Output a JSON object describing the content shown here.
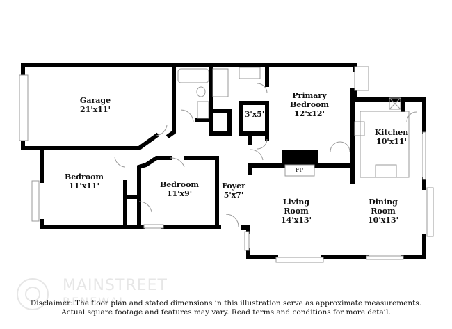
{
  "rooms": [
    {
      "name": "Garage",
      "dims": "21'x11'"
    },
    {
      "name": "Primary Bedroom",
      "dims": "12'x12'"
    },
    {
      "name": "",
      "dims": "3'x5'"
    },
    {
      "name": "Kitchen",
      "dims": "10'x11'"
    },
    {
      "name": "Bedroom",
      "dims": "11'x11'"
    },
    {
      "name": "Bedroom",
      "dims": "11'x9'"
    },
    {
      "name": "Foyer",
      "dims": "5'x7'"
    },
    {
      "name": "Living Room",
      "dims": "14'x13'"
    },
    {
      "name": "Dining Room",
      "dims": "10'x13'"
    }
  ],
  "fireplace_label": "FP",
  "logo": {
    "name": "MAINSTREET",
    "sub": "RENEWAL"
  },
  "disclaimer": {
    "line1": "Disclaimer: The floor plan and stated dimensions in this illustration serve as approximate measurements.",
    "line2": "Actual square footage and features may vary. Read terms and conditions for more detail."
  },
  "colors": {
    "wall": "#000000",
    "fixture": "#999999"
  }
}
